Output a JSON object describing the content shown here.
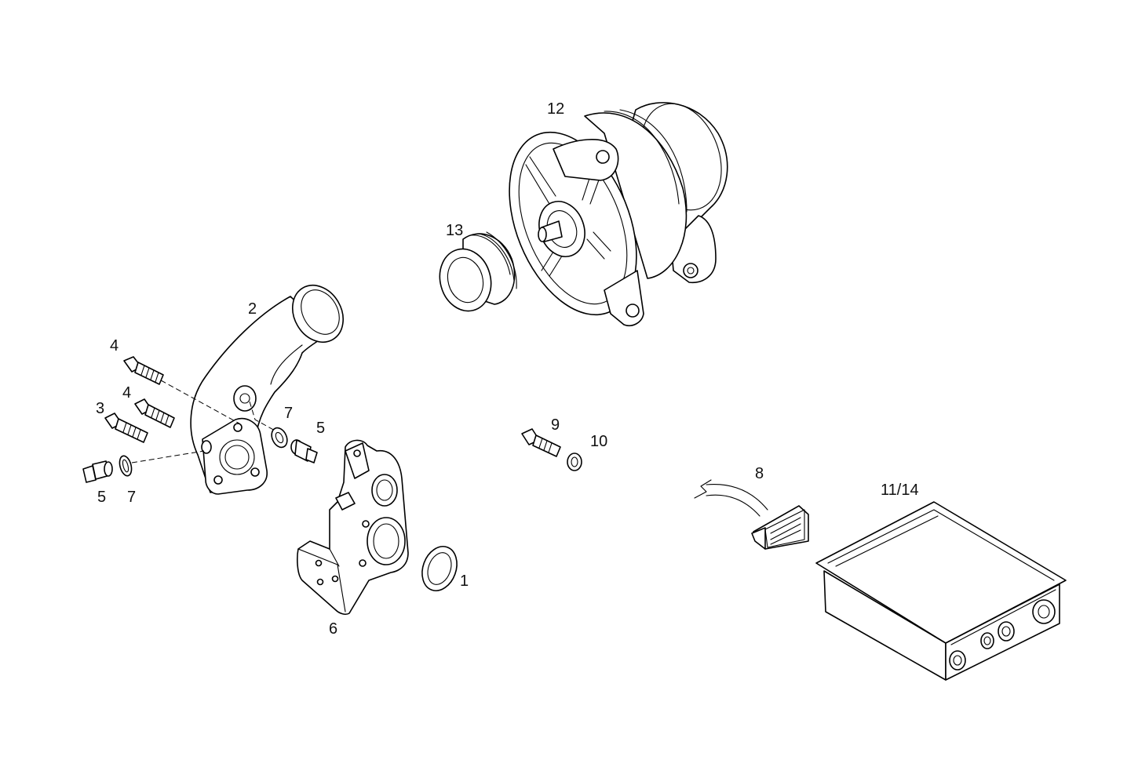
{
  "callouts": {
    "p1": "1",
    "p2": "2",
    "p3": "3",
    "p4a": "4",
    "p4b": "4",
    "p5a": "5",
    "p5b": "5",
    "p6": "6",
    "p7a": "7",
    "p7b": "7",
    "p8": "8",
    "p9": "9",
    "p10": "10",
    "p1114": "11/14",
    "p12": "12",
    "p13": "13"
  },
  "colors": {
    "line": "#000000",
    "background": "#ffffff"
  }
}
